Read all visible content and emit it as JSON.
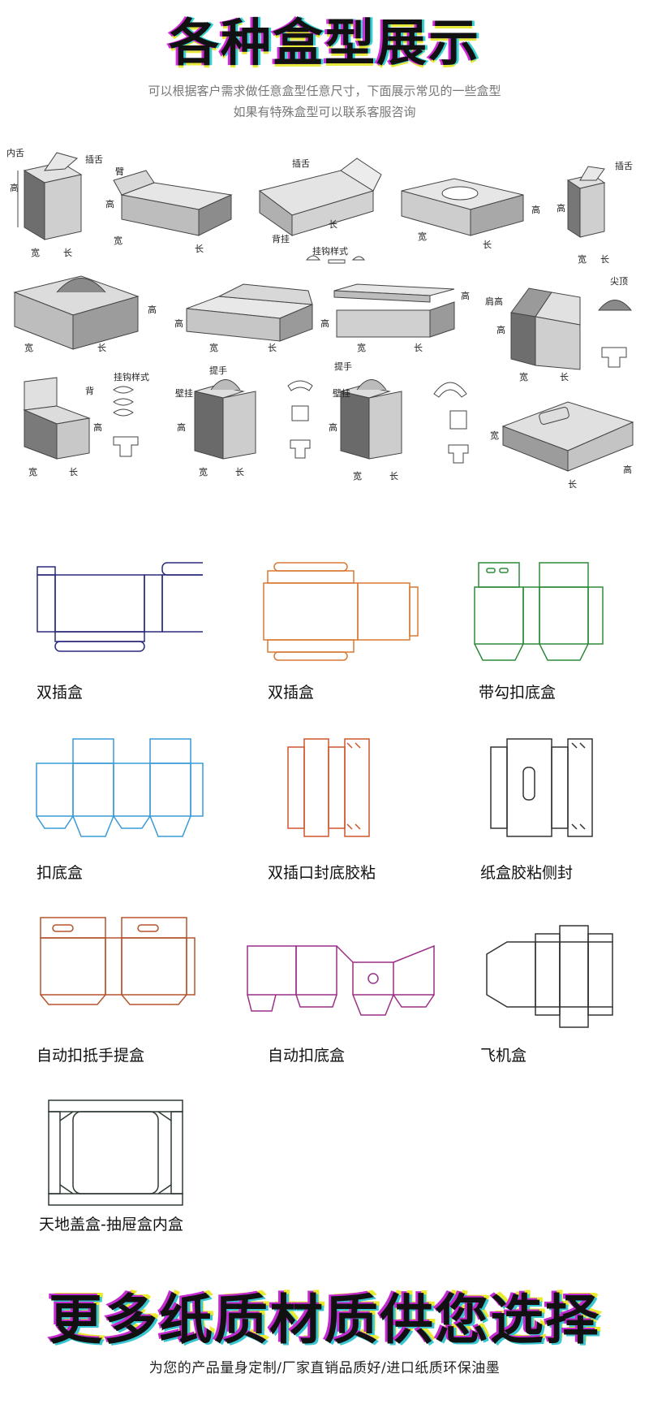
{
  "header": {
    "title": "各种盒型展示",
    "subtitle_line1": "可以根据客户需求做任意盒型任意尺寸，下面展示常见的一些盒型",
    "subtitle_line2": "如果有特殊盒型可以联系客服咨询"
  },
  "illustration_labels": {
    "neishe": "内舌",
    "chashe": "插舌",
    "gao": "高",
    "kuan": "宽",
    "chang": "长",
    "bi": "臂",
    "beigua": "背挂",
    "guagou_yangshi": "挂钩样式",
    "jiangao": "肩高",
    "dianguo": "尖顶",
    "bei": "背",
    "tishou": "提手",
    "bigua": "壁挂"
  },
  "dielines": [
    {
      "label": "双插盒",
      "color": "#2a2a7a"
    },
    {
      "label": "双插盒",
      "color": "#d87a35"
    },
    {
      "label": "带勾扣底盒",
      "color": "#2f8a3a"
    },
    {
      "label": "扣底盒",
      "color": "#3a9ad6"
    },
    {
      "label": "双插口封底胶粘",
      "color": "#d0542e"
    },
    {
      "label": "纸盒胶粘侧封",
      "color": "#333333"
    },
    {
      "label": "自动扣抵手提盒",
      "color": "#b5532b"
    },
    {
      "label": "自动扣底盒",
      "color": "#9a2f86"
    },
    {
      "label": "飞机盒",
      "color": "#333333"
    },
    {
      "label": "天地盖盒-抽屉盒内盒",
      "color": "#2f3a33"
    }
  ],
  "footer": {
    "title": "更多纸质材质供您选择",
    "tagline": "为您的产品量身定制/厂家直销品质好/进口纸质环保油墨"
  }
}
